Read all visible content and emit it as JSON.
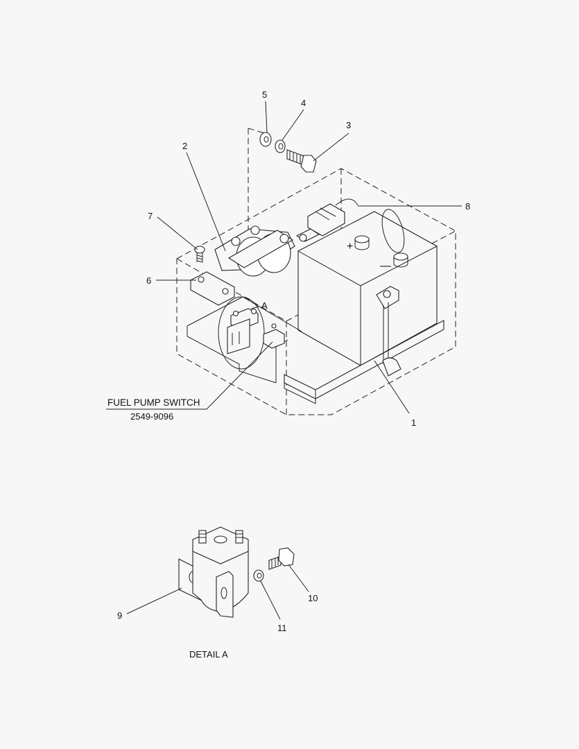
{
  "callouts": {
    "c1": "1",
    "c2": "2",
    "c3": "3",
    "c4": "4",
    "c5": "5",
    "c6": "6",
    "c7": "7",
    "c8": "8",
    "c9": "9",
    "c10": "10",
    "c11": "11",
    "detail_marker": "A"
  },
  "labels": {
    "fuel_pump_switch": "FUEL PUMP SWITCH",
    "part_number": "2549-9096",
    "detail_a": "DETAIL A"
  },
  "battery_symbols": {
    "positive": "+",
    "negative": "—"
  }
}
